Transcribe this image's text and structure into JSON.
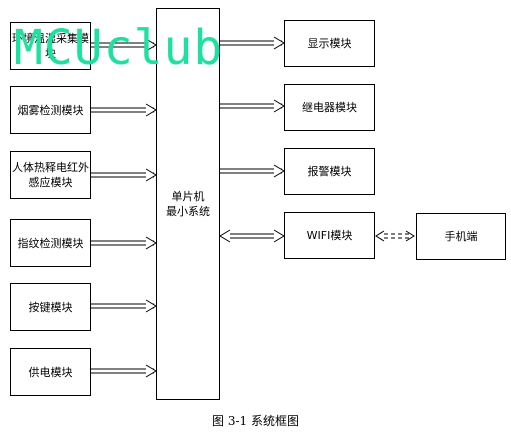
{
  "watermark": "MCUclub",
  "mcu": {
    "line1": "单片机",
    "line2": "最小系统"
  },
  "inputs": [
    {
      "lines": [
        "环境温湿采集模",
        "块"
      ]
    },
    {
      "lines": [
        "烟雾检测模块"
      ]
    },
    {
      "lines": [
        "人体热释电红外",
        "感应模块"
      ]
    },
    {
      "lines": [
        "指纹检测模块"
      ]
    },
    {
      "lines": [
        "按键模块"
      ]
    },
    {
      "lines": [
        "供电模块"
      ]
    }
  ],
  "outputs": [
    {
      "label": "显示模块"
    },
    {
      "label": "继电器模块"
    },
    {
      "label": "报警模块"
    },
    {
      "label": "WIFI模块"
    }
  ],
  "phone": {
    "label": "手机端"
  },
  "caption": "图 3-1  系统框图"
}
